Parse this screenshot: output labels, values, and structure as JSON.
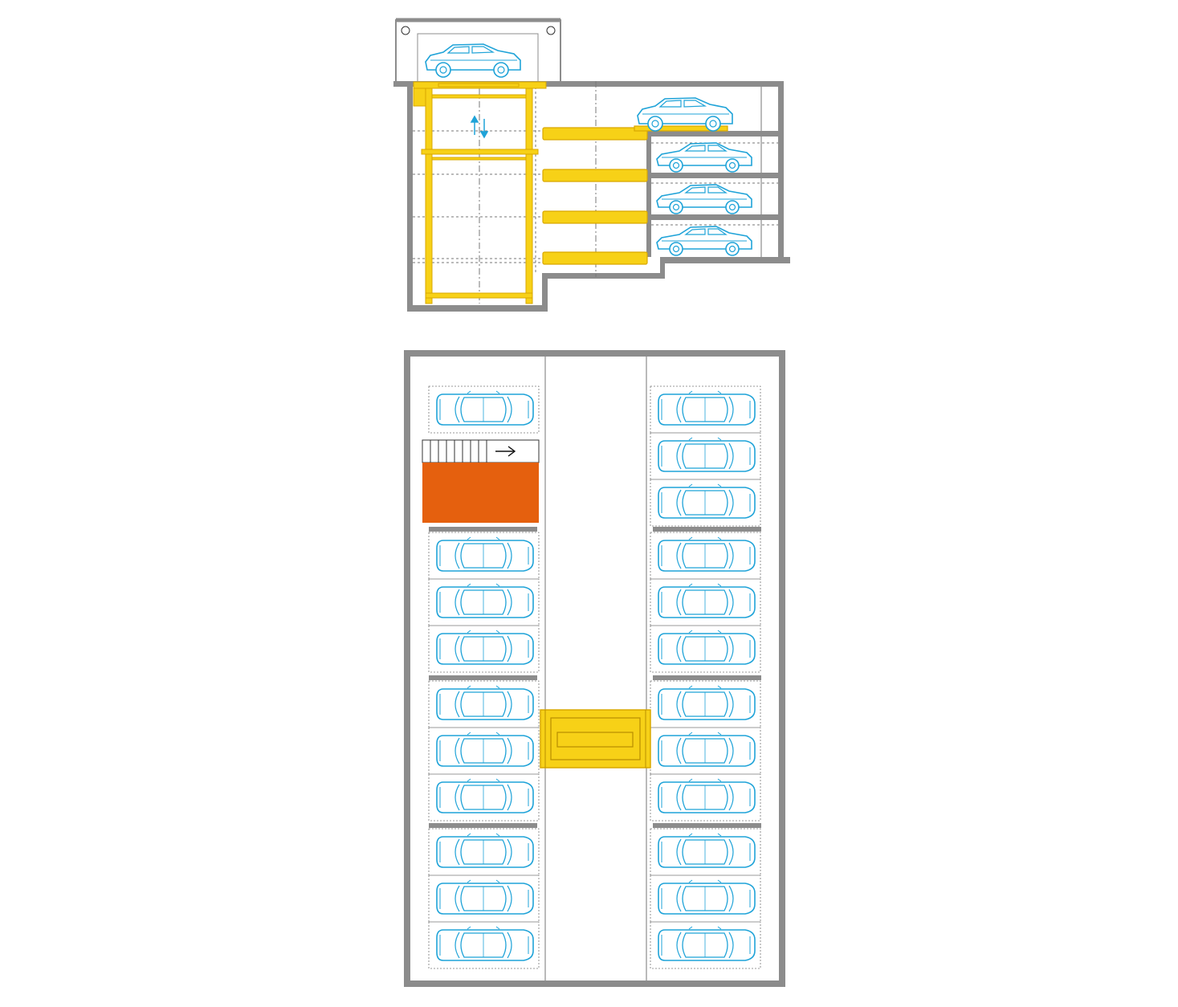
{
  "diagram": {
    "section_view": {
      "parking_levels": 4,
      "lift_direction_symbol": "up-down",
      "cars_on_levels": [
        "suv",
        "sedan",
        "sedan",
        "sedan"
      ],
      "car_on_lift": "suv"
    },
    "plan_view": {
      "left_column": {
        "slots": [
          "car",
          "stair",
          "stair",
          "car",
          "car",
          "car",
          "car",
          "car",
          "car",
          "car",
          "car",
          "car"
        ]
      },
      "right_column": {
        "slots": [
          "car",
          "car",
          "car",
          "car",
          "car",
          "car",
          "car",
          "car",
          "car",
          "car",
          "car",
          "car"
        ]
      },
      "elevator_position": "center-aisle"
    },
    "colors": {
      "wall": "#8c8c8c",
      "lift": "#f7d117",
      "lift_edge": "#d9a800",
      "car_outline": "#1fa3d8",
      "stair_block": "#e5600e",
      "dash_line": "#777777"
    },
    "icons": [
      "car-icon",
      "up-down-arrow-icon",
      "stair-arrow-icon",
      "shuttle-lift-icon"
    ]
  }
}
